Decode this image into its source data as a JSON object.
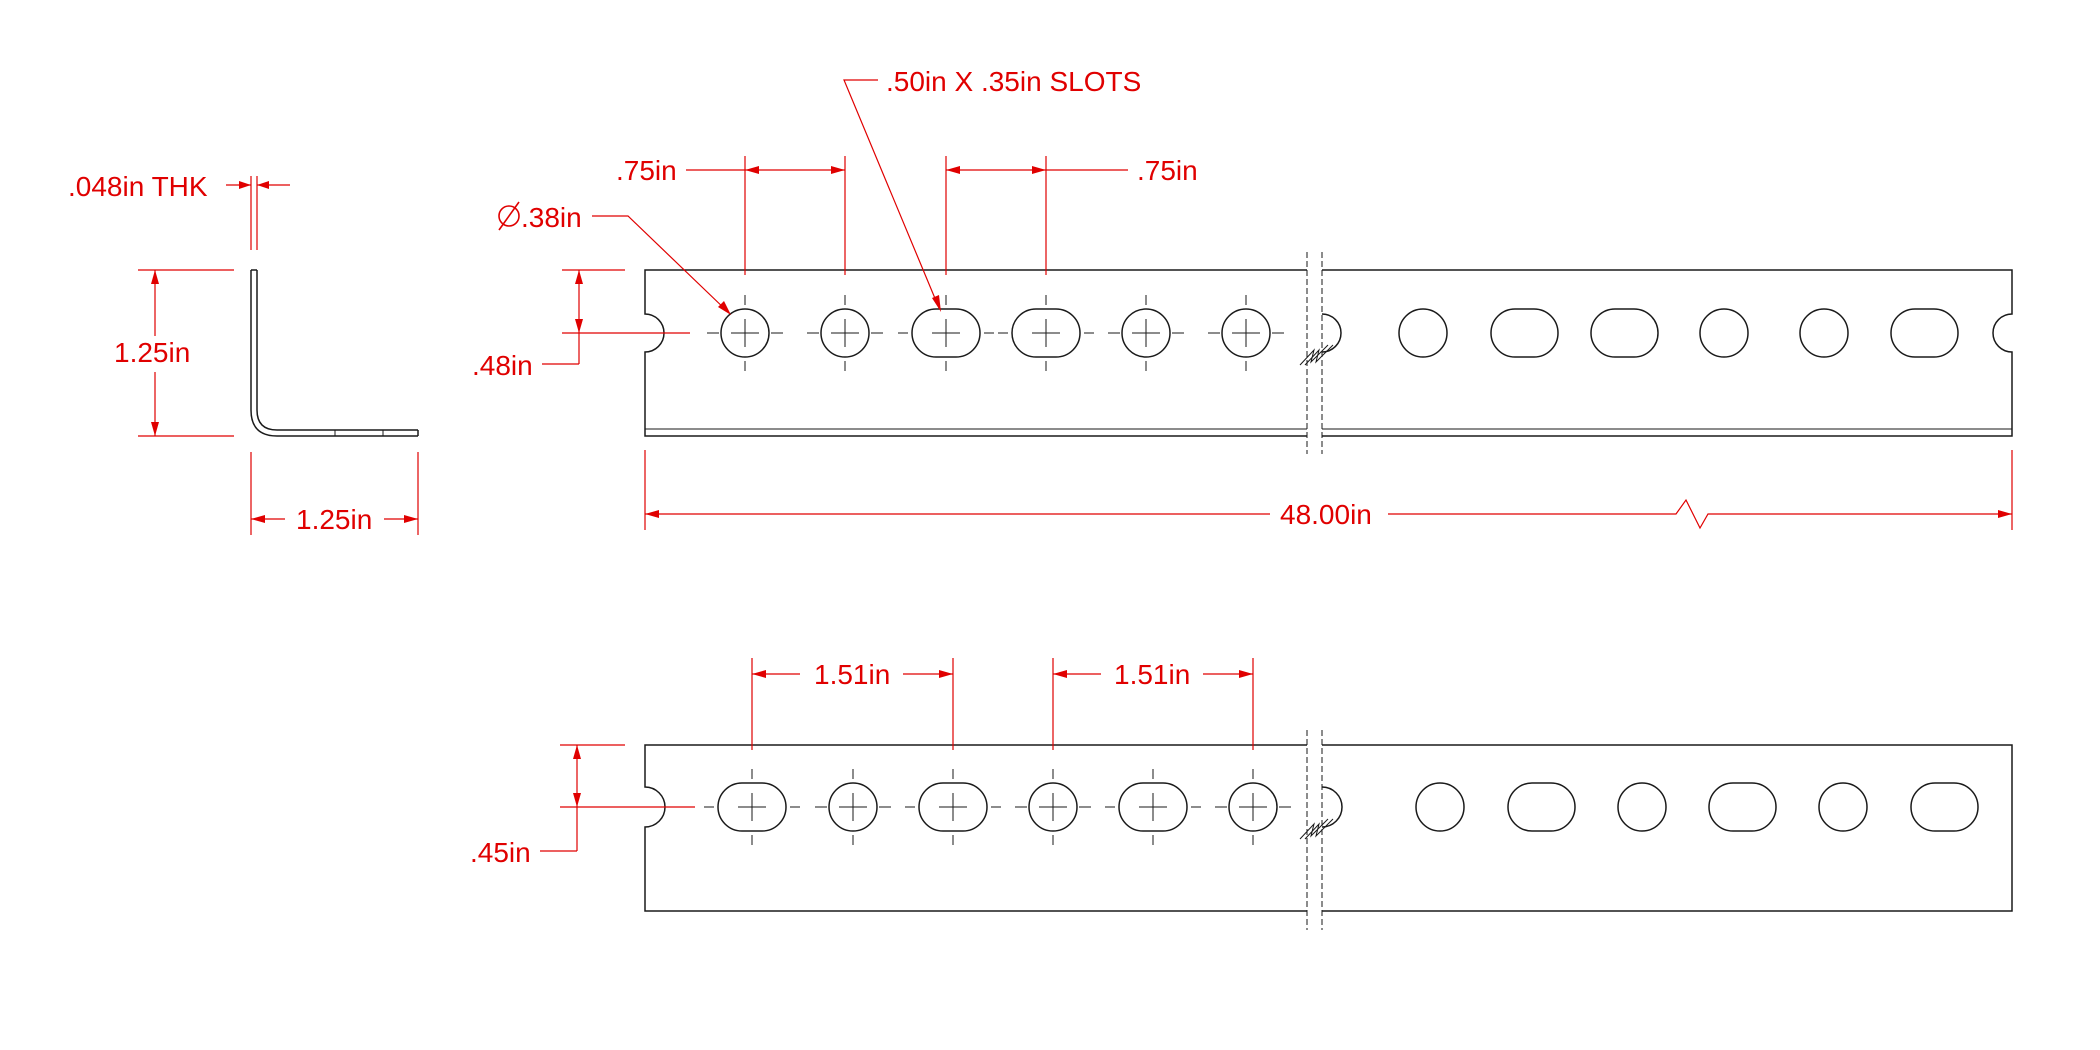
{
  "colors": {
    "dimension": "#e00000",
    "outline": "#1a1a1a",
    "background": "#ffffff"
  },
  "labels": {
    "thickness": ".048in THK",
    "leg_height": "1.25in",
    "leg_width": "1.25in",
    "slot_note": ".50in  X  .35in  SLOTS",
    "pitch_left": ".75in",
    "pitch_right": ".75in",
    "hole_diameter": ".38in",
    "edge_top": ".48in",
    "length": "48.00in",
    "pitch_bottom_left": "1.51in",
    "pitch_bottom_right": "1.51in",
    "edge_bottom": ".45in"
  },
  "symbols": {
    "diameter": "diameter-icon",
    "break": "break-icon"
  }
}
